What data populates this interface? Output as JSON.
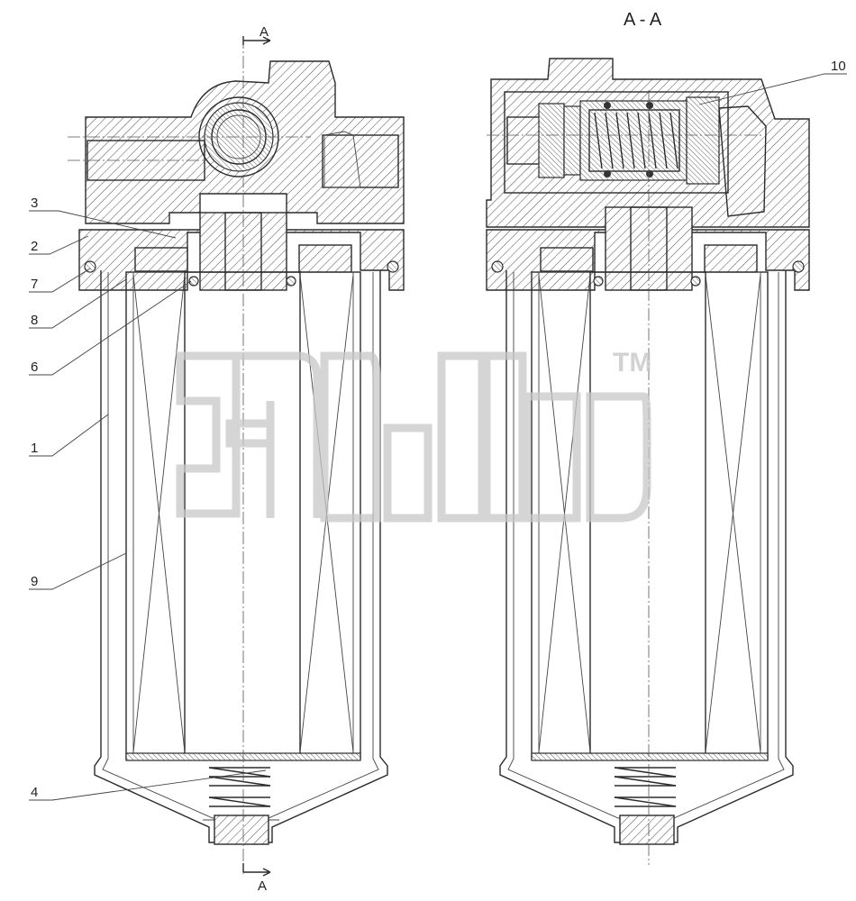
{
  "section_title": "A - A",
  "section_marks": [
    "A",
    "A"
  ],
  "callouts": [
    {
      "id": "callout-3",
      "text": "3"
    },
    {
      "id": "callout-2",
      "text": "2"
    },
    {
      "id": "callout-7",
      "text": "7"
    },
    {
      "id": "callout-8",
      "text": "8"
    },
    {
      "id": "callout-6",
      "text": "6"
    },
    {
      "id": "callout-1",
      "text": "1"
    },
    {
      "id": "callout-9",
      "text": "9"
    },
    {
      "id": "callout-4",
      "text": "4"
    },
    {
      "id": "callout-10",
      "text": "10"
    }
  ],
  "watermark": {
    "trademark": "TM"
  }
}
